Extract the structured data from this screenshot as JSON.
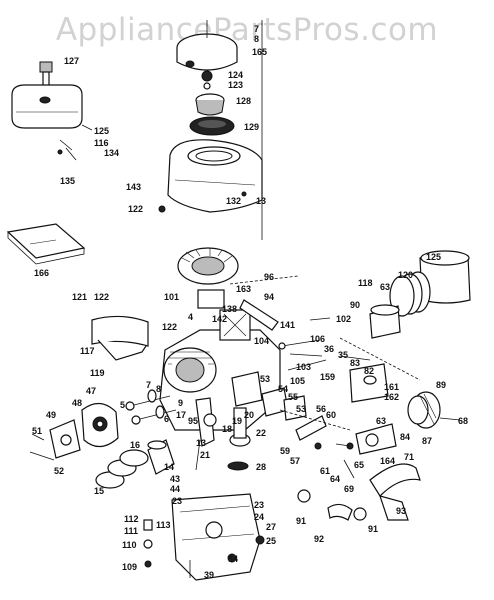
{
  "watermark": "AppliancePartsPros.com",
  "labels": [
    {
      "id": "l127",
      "text": "127"
    },
    {
      "id": "l125a",
      "text": "125"
    },
    {
      "id": "l116",
      "text": "116"
    },
    {
      "id": "l134",
      "text": "134"
    },
    {
      "id": "l135",
      "text": "135"
    },
    {
      "id": "l7a",
      "text": "7"
    },
    {
      "id": "l8a",
      "text": "8"
    },
    {
      "id": "l165",
      "text": "165"
    },
    {
      "id": "l124",
      "text": "124"
    },
    {
      "id": "l123",
      "text": "123"
    },
    {
      "id": "l128",
      "text": "128"
    },
    {
      "id": "l129",
      "text": "129"
    },
    {
      "id": "l143",
      "text": "143"
    },
    {
      "id": "l122a",
      "text": "122"
    },
    {
      "id": "l132",
      "text": "132"
    },
    {
      "id": "l13",
      "text": "13"
    },
    {
      "id": "l166",
      "text": "166"
    },
    {
      "id": "l96",
      "text": "96"
    },
    {
      "id": "l125b",
      "text": "125"
    },
    {
      "id": "l118",
      "text": "118"
    },
    {
      "id": "l63",
      "text": "63"
    },
    {
      "id": "l120",
      "text": "120"
    },
    {
      "id": "l90",
      "text": "90"
    },
    {
      "id": "l101",
      "text": "101"
    },
    {
      "id": "l163",
      "text": "163"
    },
    {
      "id": "l94",
      "text": "94"
    },
    {
      "id": "l121",
      "text": "121"
    },
    {
      "id": "l122b",
      "text": "122"
    },
    {
      "id": "l138",
      "text": "138"
    },
    {
      "id": "l4",
      "text": "4"
    },
    {
      "id": "l142",
      "text": "142"
    },
    {
      "id": "l122c",
      "text": "122"
    },
    {
      "id": "l141",
      "text": "141"
    },
    {
      "id": "l102",
      "text": "102"
    },
    {
      "id": "l117",
      "text": "117"
    },
    {
      "id": "l104",
      "text": "104"
    },
    {
      "id": "l106",
      "text": "106"
    },
    {
      "id": "l36",
      "text": "36"
    },
    {
      "id": "l35",
      "text": "35"
    },
    {
      "id": "l83",
      "text": "83"
    },
    {
      "id": "l103",
      "text": "103"
    },
    {
      "id": "l105",
      "text": "105"
    },
    {
      "id": "l82",
      "text": "82"
    },
    {
      "id": "l119",
      "text": "119"
    },
    {
      "id": "l159",
      "text": "159"
    },
    {
      "id": "l53a",
      "text": "53"
    },
    {
      "id": "l161",
      "text": "161"
    },
    {
      "id": "l162",
      "text": "162"
    },
    {
      "id": "l7b",
      "text": "7"
    },
    {
      "id": "l8b",
      "text": "8"
    },
    {
      "id": "l47",
      "text": "47"
    },
    {
      "id": "l5",
      "text": "5"
    },
    {
      "id": "l9",
      "text": "9"
    },
    {
      "id": "l54",
      "text": "54"
    },
    {
      "id": "l55",
      "text": "55"
    },
    {
      "id": "l89",
      "text": "89"
    },
    {
      "id": "l48",
      "text": "48"
    },
    {
      "id": "l17",
      "text": "17"
    },
    {
      "id": "l20",
      "text": "20"
    },
    {
      "id": "l53b",
      "text": "53"
    },
    {
      "id": "l56",
      "text": "56"
    },
    {
      "id": "l68",
      "text": "68"
    },
    {
      "id": "l49",
      "text": "49"
    },
    {
      "id": "l6",
      "text": "6"
    },
    {
      "id": "l95",
      "text": "95"
    },
    {
      "id": "l19",
      "text": "19"
    },
    {
      "id": "l18",
      "text": "18"
    },
    {
      "id": "l60",
      "text": "60"
    },
    {
      "id": "l63b",
      "text": "63"
    },
    {
      "id": "l51",
      "text": "51"
    },
    {
      "id": "l16",
      "text": "16"
    },
    {
      "id": "l13b",
      "text": "13"
    },
    {
      "id": "l22",
      "text": "22"
    },
    {
      "id": "l59",
      "text": "59"
    },
    {
      "id": "l57",
      "text": "57"
    },
    {
      "id": "l65",
      "text": "65"
    },
    {
      "id": "l164",
      "text": "164"
    },
    {
      "id": "l84",
      "text": "84"
    },
    {
      "id": "l87",
      "text": "87"
    },
    {
      "id": "l52",
      "text": "52"
    },
    {
      "id": "l14",
      "text": "14"
    },
    {
      "id": "l21",
      "text": "21"
    },
    {
      "id": "l61",
      "text": "61"
    },
    {
      "id": "l71",
      "text": "71"
    },
    {
      "id": "l15",
      "text": "15"
    },
    {
      "id": "l28",
      "text": "28"
    },
    {
      "id": "l64",
      "text": "64"
    },
    {
      "id": "l69",
      "text": "69"
    },
    {
      "id": "l43",
      "text": "43"
    },
    {
      "id": "l44",
      "text": "44"
    },
    {
      "id": "l23a",
      "text": "23"
    },
    {
      "id": "l23b",
      "text": "23"
    },
    {
      "id": "l24",
      "text": "24"
    },
    {
      "id": "l91a",
      "text": "91"
    },
    {
      "id": "l93",
      "text": "93"
    },
    {
      "id": "l112",
      "text": "112"
    },
    {
      "id": "l113",
      "text": "113"
    },
    {
      "id": "l27",
      "text": "27"
    },
    {
      "id": "l91b",
      "text": "91"
    },
    {
      "id": "l92",
      "text": "92"
    },
    {
      "id": "l111",
      "text": "111"
    },
    {
      "id": "l25",
      "text": "25"
    },
    {
      "id": "l110",
      "text": "110"
    },
    {
      "id": "l34",
      "text": "34"
    },
    {
      "id": "l109",
      "text": "109"
    },
    {
      "id": "l39",
      "text": "39"
    }
  ]
}
